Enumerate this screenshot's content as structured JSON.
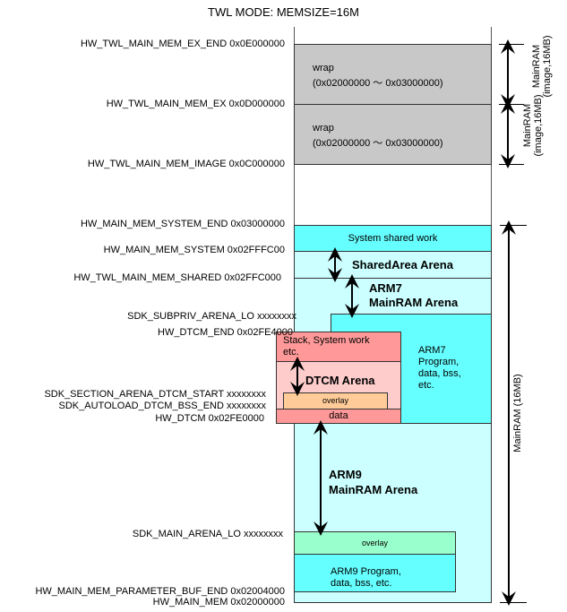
{
  "title": "TWL MODE: MEMSIZE=16M",
  "labels": [
    "HW_TWL_MAIN_MEM_EX_END 0x0E000000",
    "HW_TWL_MAIN_MEM_EX 0x0D000000",
    "HW_TWL_MAIN_MEM_IMAGE 0x0C000000",
    "HW_MAIN_MEM_SYSTEM_END 0x03000000",
    "HW_MAIN_MEM_SYSTEM 0x02FFFC00",
    "HW_TWL_MAIN_MEM_SHARED 0x02FFC000",
    "SDK_SUBPRIV_ARENA_LO xxxxxxxx",
    "HW_DTCM_END 0x02FE4000",
    "SDK_SECTION_ARENA_DTCM_START xxxxxxxx",
    "SDK_AUTOLOAD_DTCM_BSS_END xxxxxxxx",
    "HW_DTCM 0x02FE0000",
    "SDK_MAIN_ARENA_LO xxxxxxxx",
    "HW_MAIN_MEM_PARAMETER_BUF_END 0x02004000",
    "HW_MAIN_MEM 0x02000000"
  ],
  "blocks": {
    "wrap1": {
      "l1": "wrap",
      "l2": "(0x02000000 ～ 0x03000000)"
    },
    "wrap2": {
      "l1": "wrap",
      "l2": "(0x02000000 ～ 0x03000000)"
    },
    "system_shared": "System shared work",
    "shared_arena": "SharedArea Arena",
    "arm7_arena": {
      "l1": "ARM7",
      "l2": "MainRAM Arena"
    },
    "arm7_prog": [
      "ARM7",
      "Program,",
      "data, bss,",
      "etc."
    ],
    "stack": {
      "l1": "Stack, System work",
      "l2": "etc."
    },
    "dtcm_arena": "DTCM Arena",
    "dtcm_overlay": "overlay",
    "dtcm_data": "data",
    "arm9_arena": {
      "l1": "ARM9",
      "l2": "MainRAM Arena"
    },
    "arm9_overlay": "overlay",
    "arm9_prog": {
      "l1": "ARM9 Program,",
      "l2": "data, bss, etc."
    }
  },
  "side": {
    "top1": {
      "l1": "MainRAM",
      "l2": "(image,16MB)"
    },
    "top2": {
      "l1": "MainRAM",
      "l2": "(image,16MB)"
    },
    "main": "MainRAM (16MB)"
  },
  "colors": {
    "gray": "#c8c8c8",
    "cyan": "#66ffff",
    "light_cyan": "#ccffff",
    "red": "#ff9999",
    "pink": "#ffcccc",
    "orange": "#ffcc99",
    "green": "#99ffcc"
  }
}
